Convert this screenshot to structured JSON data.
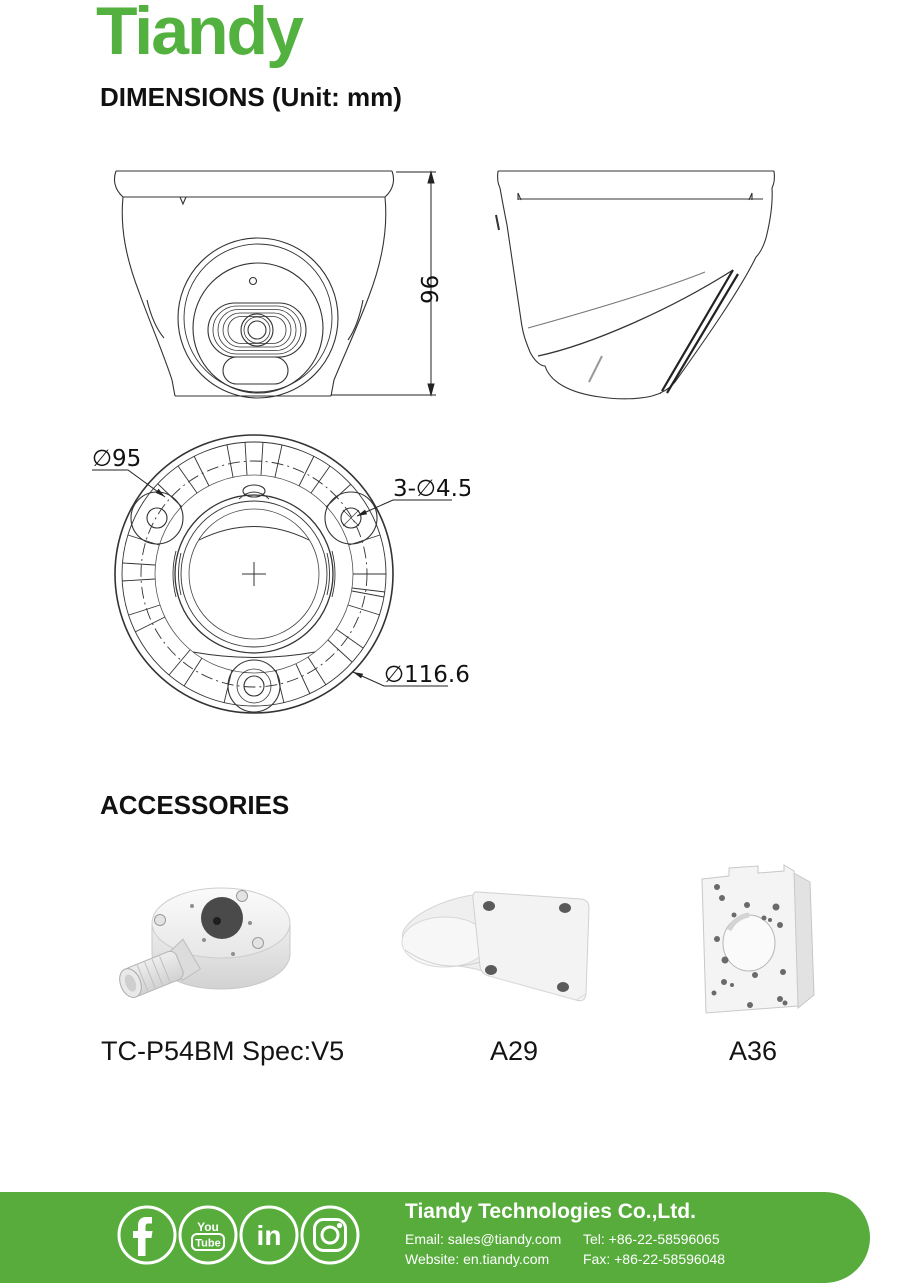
{
  "page": {
    "logo_text": "Tiandy"
  },
  "colors": {
    "brand_green": "#53b13f",
    "footer_green": "#57ac3c"
  },
  "dimensions_section": {
    "heading": "DIMENSIONS (Unit: mm)",
    "height_label": "96",
    "bolt_circle_label": "∅95",
    "screw_hole_label": "3-∅4.5",
    "outer_diameter_label": "∅116.6"
  },
  "accessories_section": {
    "heading": "ACCESSORIES",
    "items": [
      {
        "name": "TC-P54BM Spec:V5"
      },
      {
        "name": "A29"
      },
      {
        "name": "A36"
      }
    ]
  },
  "footer": {
    "company": "Tiandy Technologies Co.,Ltd.",
    "email": "Email: sales@tiandy.com",
    "website": "Website: en.tiandy.com",
    "tel": "Tel: +86-22-58596065",
    "fax": "Fax: +86-22-58596048",
    "youtube_line1": "You",
    "youtube_line2": "Tube",
    "linkedin_text": "in"
  }
}
